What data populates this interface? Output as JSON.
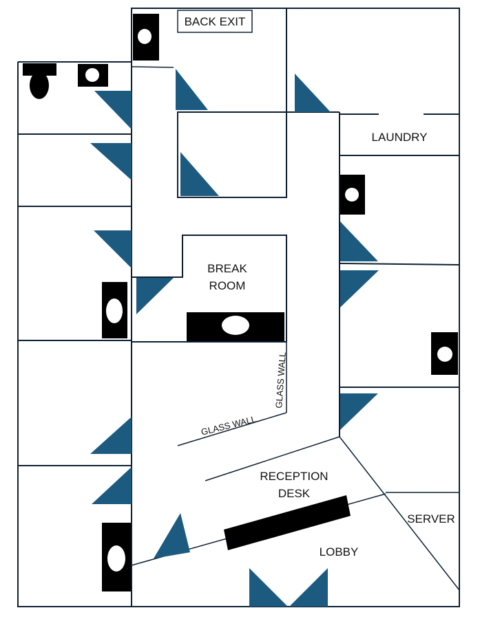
{
  "labels": {
    "back_exit": "BACK EXIT",
    "laundry": "LAUNDRY",
    "break_room_line1": "BREAK",
    "break_room_line2": "ROOM",
    "glass_wall_vertical": "GLASS WALL",
    "glass_wall_horizontal": "GLASS WALL",
    "reception_line1": "RECEPTION",
    "reception_line2": "DESK",
    "server": "SERVER",
    "lobby": "LOBBY"
  },
  "colors": {
    "door": "#1d5a80",
    "wall": "#0d2033",
    "fixture": "#000000"
  }
}
